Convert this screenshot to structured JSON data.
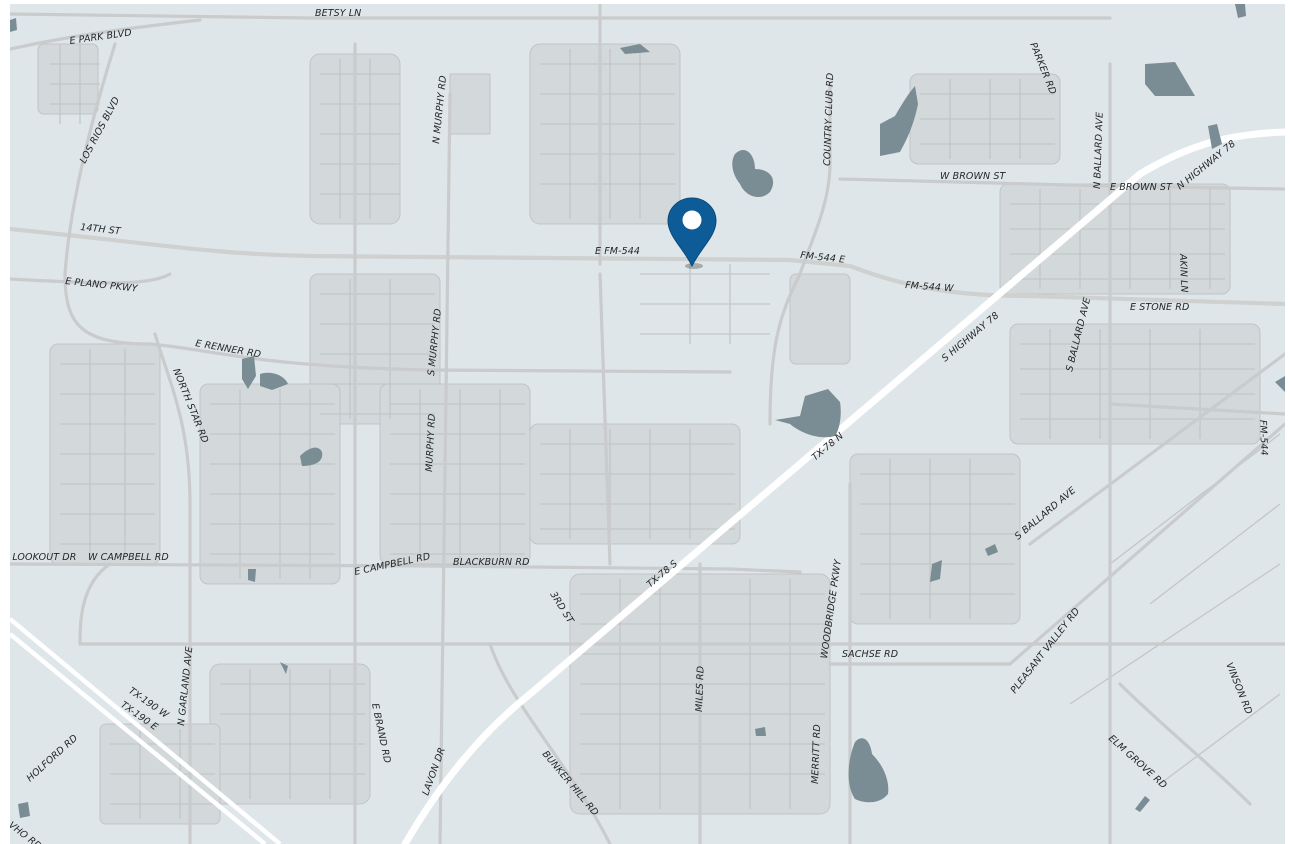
{
  "map": {
    "marker_color": "#0d5c97",
    "water_color": "#7a8c94",
    "land_color": "#dfe6e9",
    "highway_color": "#ffffff",
    "street_labels": [
      {
        "id": "betsy-ln",
        "text": "BETSY LN"
      },
      {
        "id": "e-park-blvd",
        "text": "E PARK BLVD"
      },
      {
        "id": "los-rios-blvd",
        "text": "LOS RIOS BLVD"
      },
      {
        "id": "n-murphy-rd",
        "text": "N MURPHY RD"
      },
      {
        "id": "country-club-rd",
        "text": "COUNTRY CLUB RD"
      },
      {
        "id": "parker-rd",
        "text": "PARKER RD"
      },
      {
        "id": "n-ballard-ave",
        "text": "N BALLARD AVE"
      },
      {
        "id": "w-brown-st",
        "text": "W BROWN ST"
      },
      {
        "id": "e-brown-st",
        "text": "E BROWN ST"
      },
      {
        "id": "n-highway-78",
        "text": "N HIGHWAY 78"
      },
      {
        "id": "14th-st",
        "text": "14TH ST"
      },
      {
        "id": "e-fm-544",
        "text": "E FM-544"
      },
      {
        "id": "fm-544-e",
        "text": "FM-544 E"
      },
      {
        "id": "fm-544-w",
        "text": "FM-544 W"
      },
      {
        "id": "akin-ln",
        "text": "AKIN LN"
      },
      {
        "id": "e-plano-pkwy",
        "text": "E PLANO PKWY"
      },
      {
        "id": "e-stone-rd",
        "text": "E STONE RD"
      },
      {
        "id": "s-murphy-rd",
        "text": "S MURPHY RD"
      },
      {
        "id": "s-ballard-ave",
        "text": "S BALLARD AVE"
      },
      {
        "id": "e-renner-rd",
        "text": "E RENNER RD"
      },
      {
        "id": "s-highway-78",
        "text": "S HIGHWAY 78"
      },
      {
        "id": "north-star-rd",
        "text": "NORTH STAR RD"
      },
      {
        "id": "fm-544-right",
        "text": "FM-544"
      },
      {
        "id": "murphy-rd",
        "text": "MURPHY RD"
      },
      {
        "id": "tx-78-n",
        "text": "TX-78 N"
      },
      {
        "id": "s-ballard-ave-2",
        "text": "S BALLARD AVE"
      },
      {
        "id": "lookout-dr",
        "text": "N LOOKOUT DR"
      },
      {
        "id": "w-campbell-rd",
        "text": "W CAMPBELL RD"
      },
      {
        "id": "e-campbell-rd",
        "text": "E CAMPBELL RD"
      },
      {
        "id": "blackburn-rd",
        "text": "BLACKBURN RD"
      },
      {
        "id": "tx-78-s",
        "text": "TX-78 S"
      },
      {
        "id": "3rd-st",
        "text": "3RD ST"
      },
      {
        "id": "woodbridge-pkwy",
        "text": "WOODBRIDGE PKWY"
      },
      {
        "id": "pleasant-valley-rd",
        "text": "PLEASANT VALLEY RD"
      },
      {
        "id": "vinson-rd",
        "text": "VINSON RD"
      },
      {
        "id": "sachse-rd",
        "text": "SACHSE RD"
      },
      {
        "id": "n-garland-ave",
        "text": "N GARLAND AVE"
      },
      {
        "id": "tx-190-w",
        "text": "TX-190 W"
      },
      {
        "id": "tx-190-e",
        "text": "TX-190 E"
      },
      {
        "id": "miles-rd",
        "text": "MILES RD"
      },
      {
        "id": "e-brand-rd",
        "text": "E BRAND RD"
      },
      {
        "id": "holford-rd",
        "text": "HOLFORD RD"
      },
      {
        "id": "merritt-rd",
        "text": "MERRITT RD"
      },
      {
        "id": "elm-grove-rd",
        "text": "ELM GROVE RD"
      },
      {
        "id": "bunker-hill-rd",
        "text": "BUNKER HILL RD"
      },
      {
        "id": "lavon-dr",
        "text": "LAVON DR"
      },
      {
        "id": "vho-rd",
        "text": "VHO RD"
      }
    ]
  }
}
